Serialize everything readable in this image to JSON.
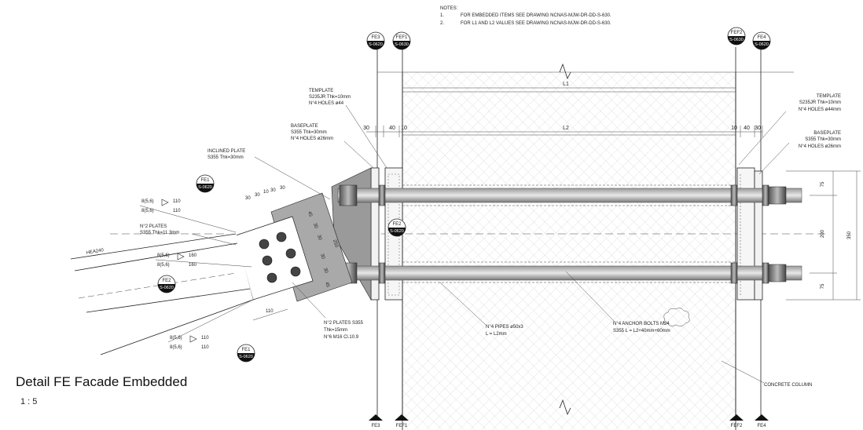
{
  "notes": {
    "heading": "NOTES:",
    "items": [
      {
        "num": "1.",
        "text": "FOR EMBEDDED ITEMS SEE DRAWING NCNAS-MJW-DR-DD-S-630."
      },
      {
        "num": "2.",
        "text": "FOR L1 AND L2 VALUES SEE DRAWING NCNAS-MJW-DR-DD-S-630."
      }
    ]
  },
  "tags": {
    "fe3": {
      "id": "FE3",
      "ref": "S-0620"
    },
    "fef1": {
      "id": "FEF1",
      "ref": "S-0630"
    },
    "fef2": {
      "id": "FEF2",
      "ref": "S-0630"
    },
    "fe4": {
      "id": "FE4",
      "ref": "S-0620"
    },
    "fe1_top": {
      "id": "FE1",
      "ref": "S-0620"
    },
    "fe2_mid": {
      "id": "FE2",
      "ref": "S-0620"
    },
    "fe2_left": {
      "id": "FE2",
      "ref": "S-0620"
    },
    "fe1_bottom": {
      "id": "FE1",
      "ref": "S-0620"
    }
  },
  "labels": {
    "template_left_1": "TEMPLATE",
    "template_left_2": "S235JR Thk=10mm",
    "template_left_3": "N°4 HOLES ø44",
    "baseplate_left_1": "BASEPLATE",
    "baseplate_left_2": "S355 Thk=30mm",
    "baseplate_left_3": "N°4 HOLES ø26mm",
    "inclined_1": "INCLINED PLATE",
    "inclined_2": "S355 Thk=30mm",
    "plates_1": "N°2 PLATES",
    "plates_2": "S355 Thk=11.3mm",
    "hea": "HEA240",
    "plates15_1": "N°2 PLATES S355",
    "plates15_2": "Thk=15mm",
    "plates15_3": "N°6 M16 Cl.10.9",
    "pipes_1": "N°4 PIPES ø50x3",
    "pipes_2": "L = L2mm",
    "bolts_1": "N°4 ANCHOR BOLTS M24",
    "bolts_2": "S355 L = L2+40mm+60mm",
    "template_right_1": "TEMPLATE",
    "template_right_2": "S235JR Thk=10mm",
    "template_right_3": "N°4 HOLES ø44mm",
    "baseplate_right_1": "BASEPLATE",
    "baseplate_right_2": "S355 Thk=30mm",
    "baseplate_right_3": "N°4 HOLES ø26mm",
    "concrete": "CONCRETE COLUMN"
  },
  "dims": {
    "l1": "L1",
    "l2": "L2",
    "d30a": "30",
    "d40a": "40",
    "d10a": "10",
    "d10b": "10",
    "d40b": "40",
    "d30b": "30",
    "d75a": "75",
    "d200": "200",
    "d75b": "75",
    "d350": "350",
    "i30a": "30",
    "i30b": "30",
    "i10": "10",
    "i30c": "30",
    "i30d": "30",
    "i45a": "45",
    "i30e": "30",
    "i30f": "30",
    "i250": "250",
    "i30g": "30",
    "i30h": "30",
    "i45b": "45",
    "d110": "110"
  },
  "welds": {
    "w1_a": "8(5,6)",
    "w1_b": "110",
    "w1_c": "8(5,6)",
    "w1_d": "110",
    "w2_a": "8(5,6)",
    "w2_b": "160",
    "w2_c": "8(5,6)",
    "w2_d": "160",
    "w3_a": "8(5,6)",
    "w3_b": "110",
    "w3_c": "8(5,6)",
    "w3_d": "110"
  },
  "title": "Detail FE Facade Embedded",
  "scale": "1 : 5"
}
